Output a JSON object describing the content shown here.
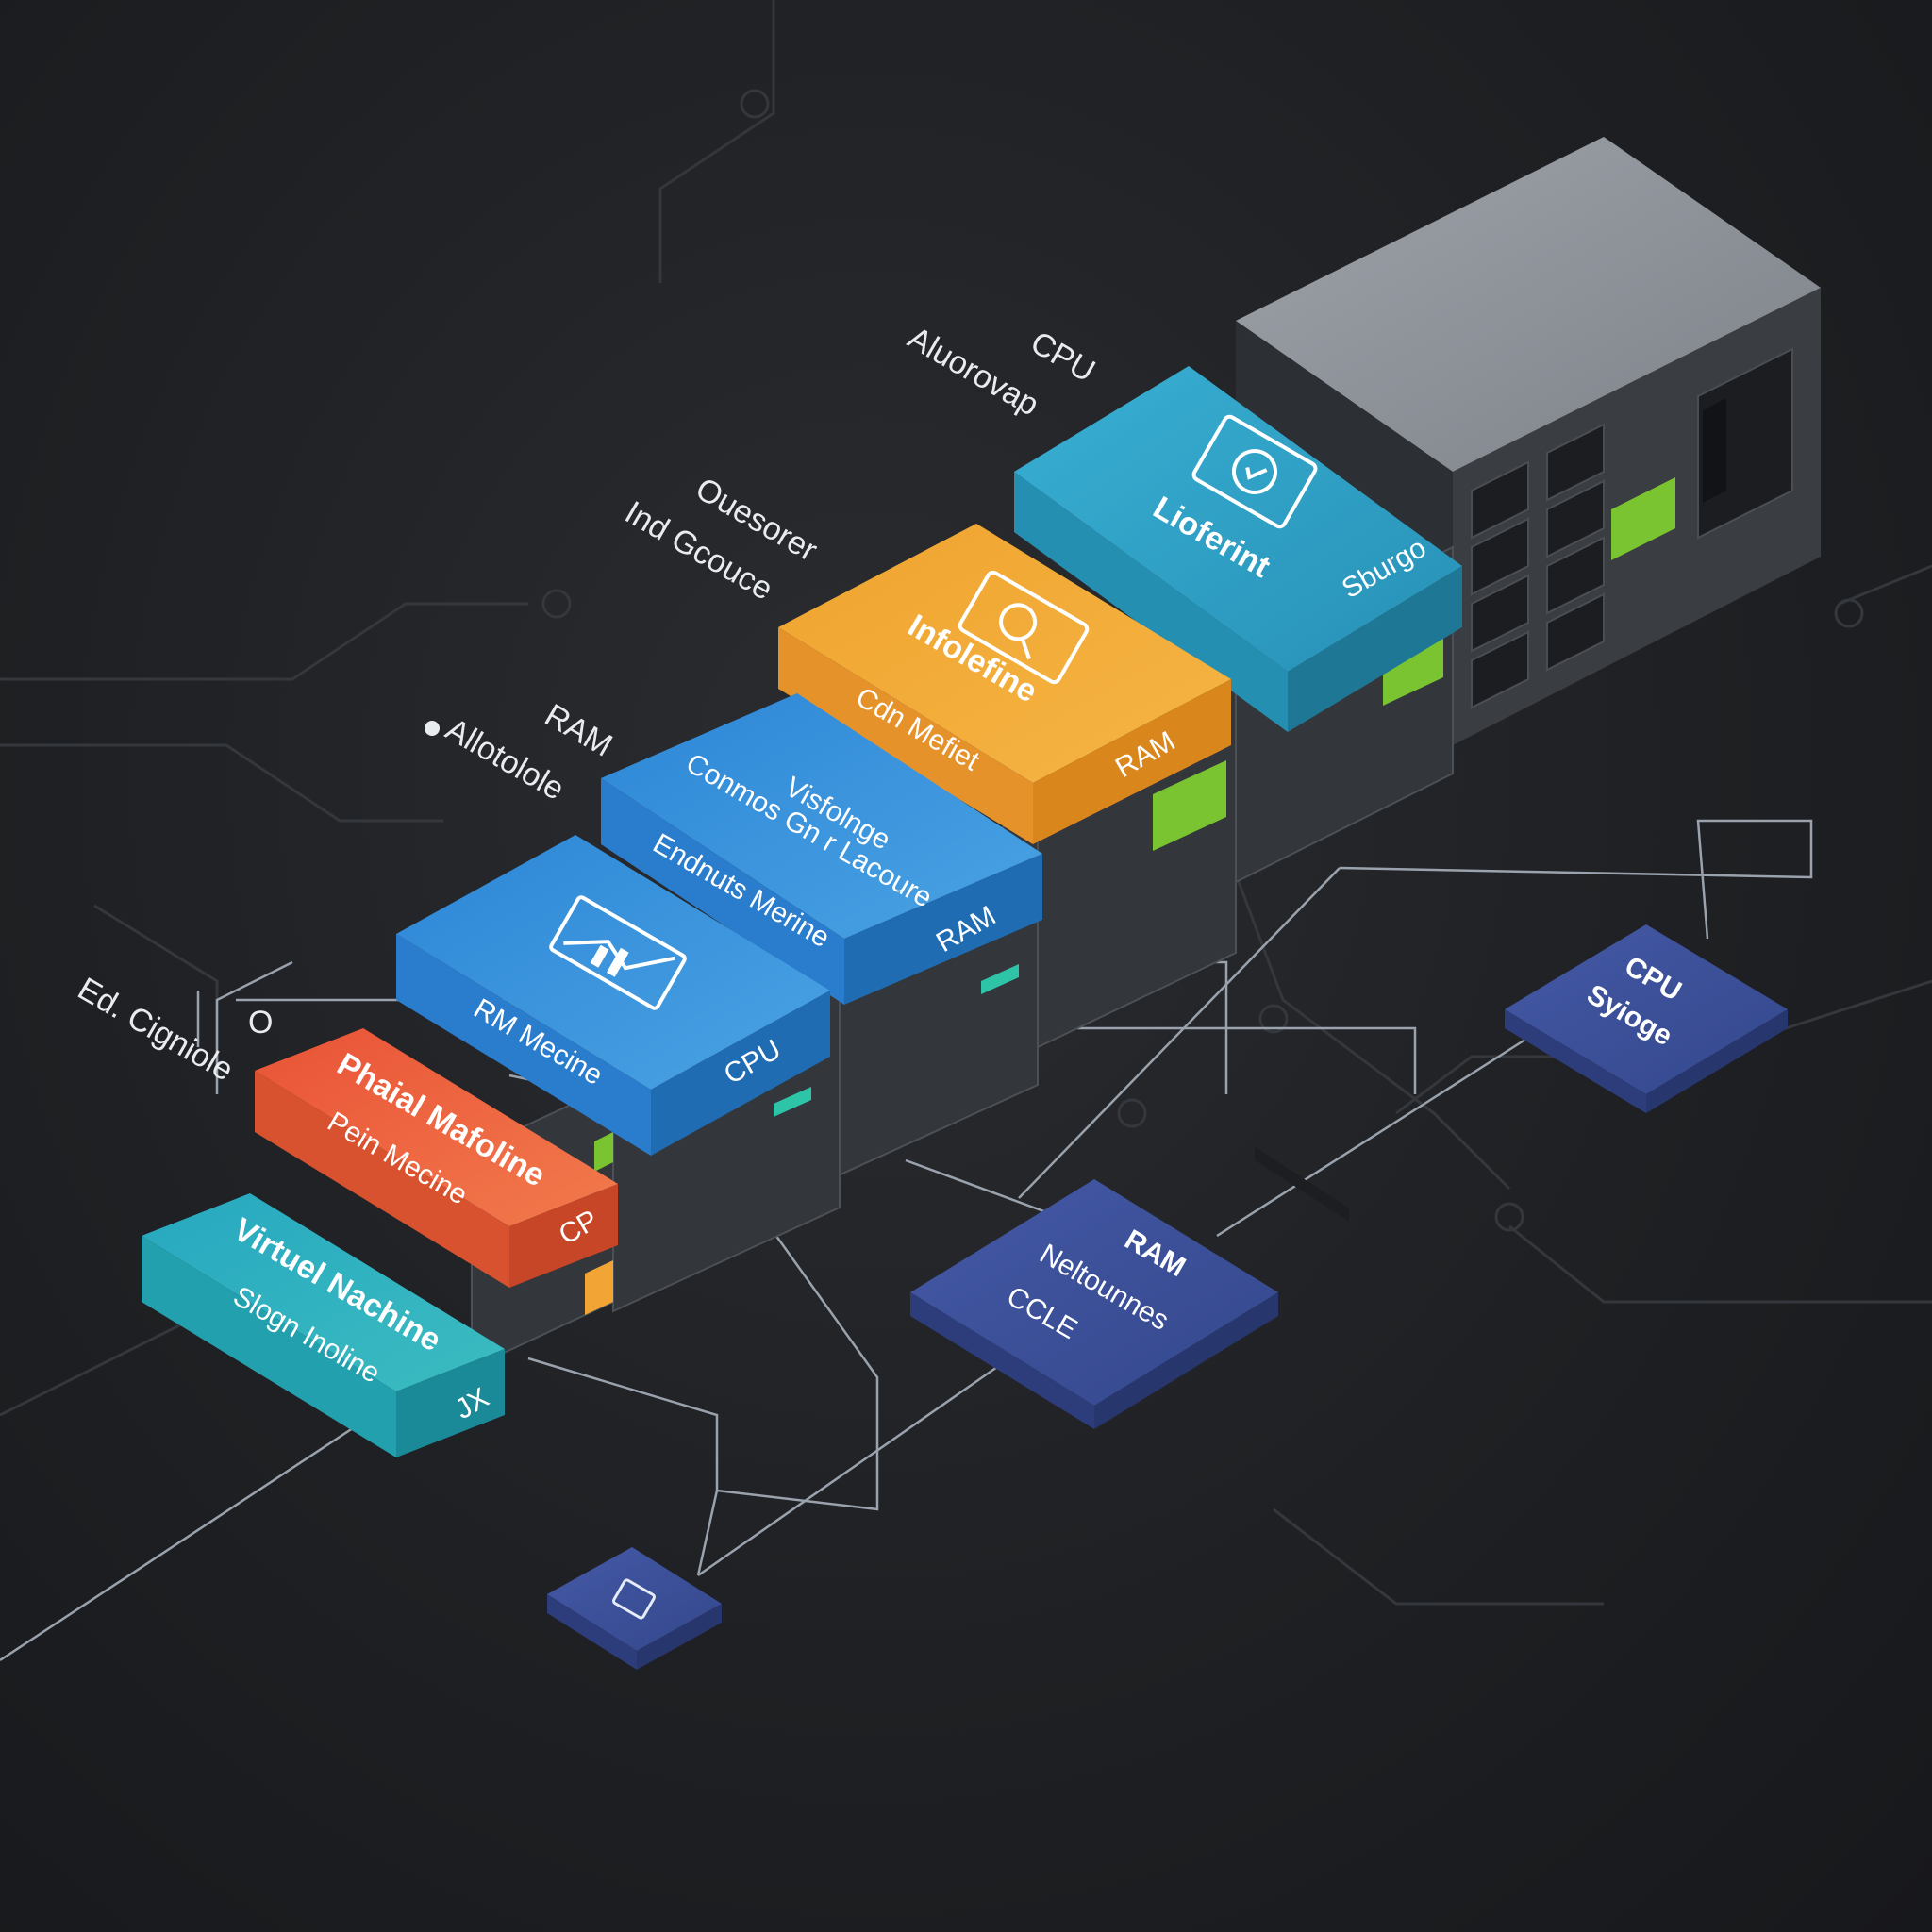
{
  "floating_labels": {
    "cpu": "CPU",
    "allocation": "Aluorovap",
    "processor_line1": "Ouesorer",
    "processor_line2": "Ind Gcouce",
    "ram": "RAM",
    "allocatable": "Allotolole",
    "ed_compute": "Ed. Cigniole",
    "o_mark": "O"
  },
  "blocks": {
    "teal_top": {
      "title": "Lioferint",
      "sub": "Sburgo",
      "icon": "monitor-check-icon",
      "color": "#2f9fc4"
    },
    "orange_top": {
      "title": "Infolefine",
      "sub1": "Cdn Mefiet",
      "sub2": "RAM",
      "icon": "server-search-icon",
      "color": "#f2a534"
    },
    "blue_mid": {
      "line1": "Visfolnge",
      "line2": "Conmos Gn r Lacoure",
      "line3": "Endnuts Merine",
      "sub": "RAM",
      "color": "#3a8ed6"
    },
    "blue_low": {
      "title": "RM Mecine",
      "sub": "CPU",
      "icon": "chart-monitor-icon",
      "color": "#3f95dc"
    },
    "red": {
      "title": "Phaial Mafoline",
      "line2": "Pein Mecine",
      "sub": "CP",
      "color": "#ec6643"
    },
    "cyan": {
      "title": "Virtuel Nachine",
      "line2": "Slogn Inoline",
      "sub": "JX",
      "color": "#2cb0bd"
    }
  },
  "cards": {
    "cpu_storage": {
      "line1": "CPU",
      "line2": "Syioge"
    },
    "ram_card": {
      "line1": "RAM",
      "line2": "Neltounnes",
      "chips": "CCLE"
    },
    "small_card": {
      "icon": "tablet-icon"
    }
  },
  "colors": {
    "background": "#1d1f22",
    "line": "#9aa3ad",
    "card": "#3b4f98",
    "rack": "#3a3d42",
    "led_green": "#7ac431",
    "led_teal": "#2ec4a8"
  }
}
